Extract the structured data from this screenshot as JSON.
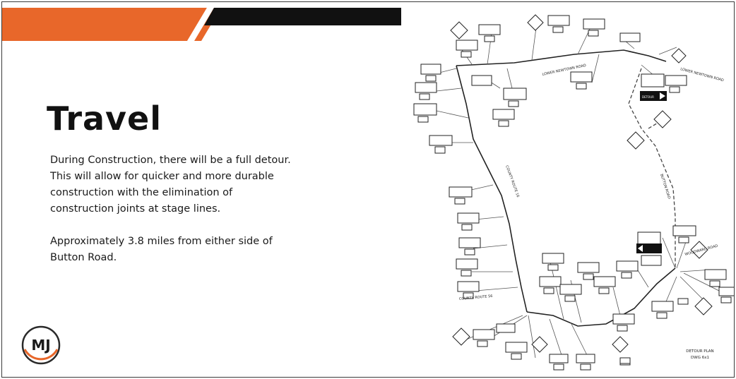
{
  "slide": {
    "title": "Travel",
    "paragraph1_lines": [
      "During Construction,  there will be a full detour.",
      "This will allow  for quicker and more durable",
      "construction with the elimination  of",
      "construction joints at stage lines."
    ],
    "paragraph2_lines": [
      "Approximately  3.8 miles  from either side of",
      "Button Road."
    ],
    "logo_text": "MJ",
    "colors": {
      "accent_orange": "#e8672a",
      "band_black": "#111111"
    }
  },
  "map": {
    "road_labels": [
      "LOWER NEWTOWN ROAD",
      "COUNTY ROUTE 16",
      "BUTTON ROAD",
      "COUNTY ROUTE 56",
      "WOODWARD ROAD"
    ],
    "detour_arrow_label": "DETOUR",
    "caption_lines": [
      "DETOUR PLAN",
      "DWG 6x1"
    ]
  }
}
